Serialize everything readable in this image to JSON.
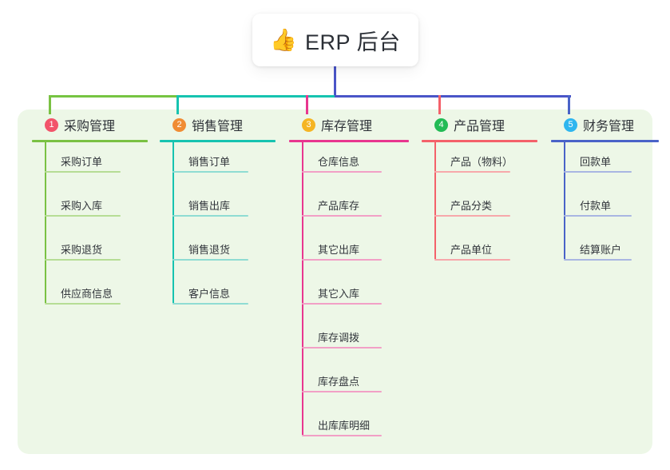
{
  "root": {
    "icon": "thumbs-up-icon",
    "emoji": "👍",
    "title": "ERP 后台"
  },
  "palette": {
    "page_background": "#ffffff",
    "panel_background": "#edf7e7",
    "root_card_background": "#ffffff",
    "text": "#2e3238",
    "stem_blue": "#4a55c8",
    "bus_green": "#76c442",
    "bus_teal": "#16c3b0",
    "bus_pink": "#e8368f",
    "bus_blue": "#4a55c8"
  },
  "columns": [
    {
      "number": "1",
      "title": "采购管理",
      "badge_color": "#f2546a",
      "line_color": "#7ac143",
      "leaf_line_color": "#b6dd95",
      "items": [
        "采购订单",
        "采购入库",
        "采购退货",
        "供应商信息"
      ]
    },
    {
      "number": "2",
      "title": "销售管理",
      "badge_color": "#f08c33",
      "line_color": "#16c3b0",
      "leaf_line_color": "#8fdcd3",
      "items": [
        "销售订单",
        "销售出库",
        "销售退货",
        "客户信息"
      ]
    },
    {
      "number": "3",
      "title": "库存管理",
      "badge_color": "#f5b524",
      "line_color": "#e8368f",
      "leaf_line_color": "#f2a0c6",
      "items": [
        "仓库信息",
        "产品库存",
        "其它出库",
        "其它入库",
        "库存调拨",
        "库存盘点",
        "出库库明细"
      ]
    },
    {
      "number": "4",
      "title": "产品管理",
      "badge_color": "#22bb55",
      "line_color": "#f4616a",
      "leaf_line_color": "#f7a8ab",
      "items": [
        "产品（物料）",
        "产品分类",
        "产品单位"
      ]
    },
    {
      "number": "5",
      "title": "财务管理",
      "badge_color": "#2fb6ef",
      "line_color": "#4a63c8",
      "leaf_line_color": "#a9b6e2",
      "items": [
        "回款单",
        "付款单",
        "结算账户"
      ]
    }
  ]
}
